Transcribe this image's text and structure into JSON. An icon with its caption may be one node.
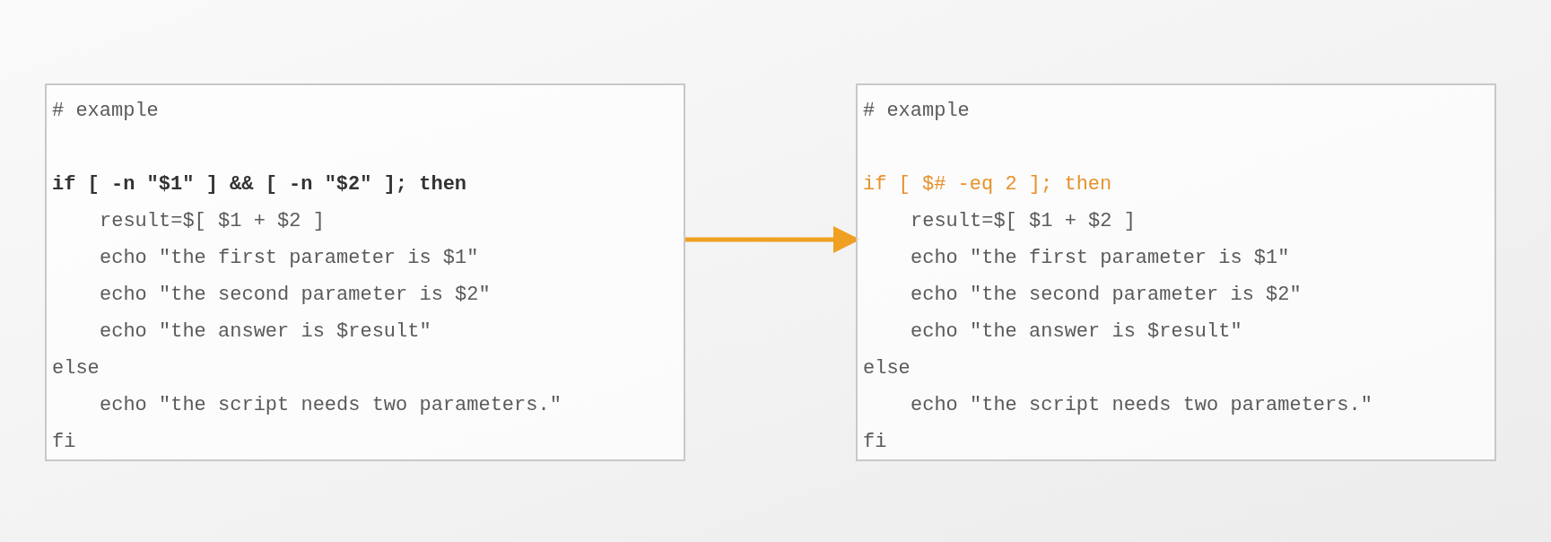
{
  "diagram": {
    "nodes": [
      {
        "text": [
          "# example",
          "if [ -n \"$1\" ] && [ -n \"$2\" ]; then",
          "result=$[ $1 + $2 ]",
          "echo \"the first parameter is $1\"",
          "echo \"the second parameter is $2\"",
          "echo \"the answer is $result\"",
          "else",
          "echo \"the script needs two parameters.\"",
          "fi"
        ]
      },
      {
        "text": [
          "# example",
          "if [ $# -eq 2 ]; then",
          "result=$[ $1 + $2 ]",
          "echo \"the first parameter is $1\"",
          "echo \"the second parameter is $2\"",
          "echo \"the answer is $result\"",
          "else",
          "echo \"the script needs two parameters.\"",
          "fi"
        ]
      }
    ],
    "edges": [
      {
        "from": 0,
        "to": 1,
        "arrow": "to",
        "color": "#f0a020"
      }
    ]
  }
}
